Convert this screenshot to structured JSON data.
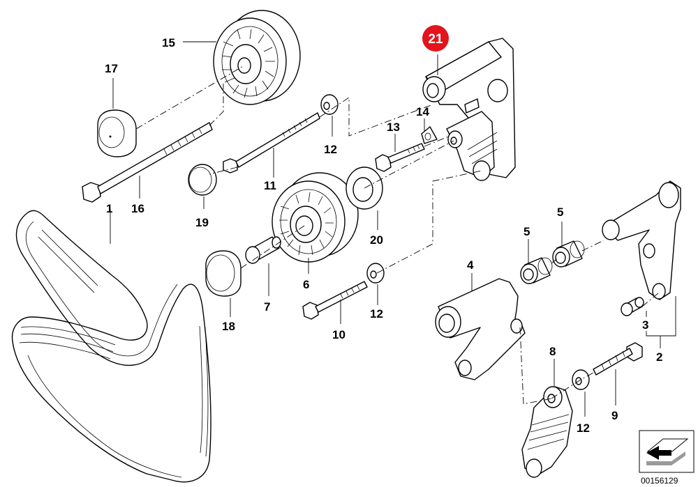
{
  "labels": {
    "p1": "1",
    "p2": "2",
    "p3": "3",
    "p4": "4",
    "p5a": "5",
    "p5b": "5",
    "p6": "6",
    "p7": "7",
    "p8": "8",
    "p9": "9",
    "p10": "10",
    "p11": "11",
    "p12a": "12",
    "p12b": "12",
    "p12c": "12",
    "p13": "13",
    "p14": "14",
    "p15": "15",
    "p16": "16",
    "p17": "17",
    "p18": "18",
    "p19": "19",
    "p20": "20",
    "p21": "21"
  },
  "diagram_code": "00156129",
  "highlight_color": "#e3141b"
}
